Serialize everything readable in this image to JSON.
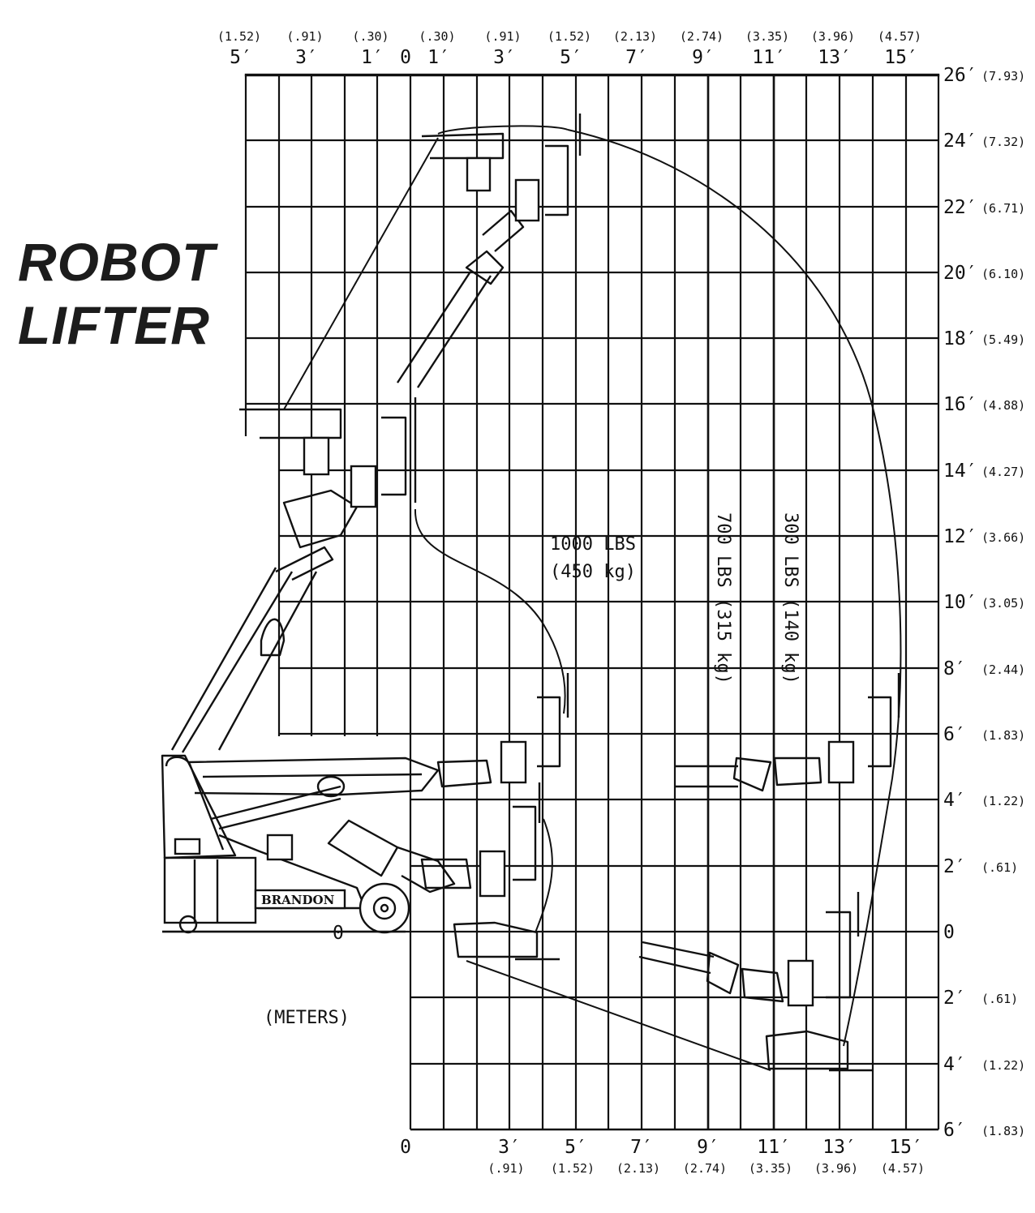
{
  "title": {
    "line1": "ROBOT",
    "line2": "LIFTER"
  },
  "units_label": "(METERS)",
  "brand_label": "BRANDON",
  "top_axis": [
    {
      "ft": "5′",
      "m": "(1.52)"
    },
    {
      "ft": "3′",
      "m": "(.91)"
    },
    {
      "ft": "1′",
      "m": "(.30)"
    },
    {
      "ft": "0",
      "m": ""
    },
    {
      "ft": "1′",
      "m": "(.30)"
    },
    {
      "ft": "3′",
      "m": "(.91)"
    },
    {
      "ft": "5′",
      "m": "(1.52)"
    },
    {
      "ft": "7′",
      "m": "(2.13)"
    },
    {
      "ft": "9′",
      "m": "(2.74)"
    },
    {
      "ft": "11′",
      "m": "(3.35)"
    },
    {
      "ft": "13′",
      "m": "(3.96)"
    },
    {
      "ft": "15′",
      "m": "(4.57)"
    }
  ],
  "bottom_axis": [
    {
      "ft": "0",
      "m": ""
    },
    {
      "ft": "3′",
      "m": "(.91)"
    },
    {
      "ft": "5′",
      "m": "(1.52)"
    },
    {
      "ft": "7′",
      "m": "(2.13)"
    },
    {
      "ft": "9′",
      "m": "(2.74)"
    },
    {
      "ft": "11′",
      "m": "(3.35)"
    },
    {
      "ft": "13′",
      "m": "(3.96)"
    },
    {
      "ft": "15′",
      "m": "(4.57)"
    }
  ],
  "right_axis": [
    {
      "ft": "26′",
      "m": "(7.93)"
    },
    {
      "ft": "24′",
      "m": "(7.32)"
    },
    {
      "ft": "22′",
      "m": "(6.71)"
    },
    {
      "ft": "20′",
      "m": "(6.10)"
    },
    {
      "ft": "18′",
      "m": "(5.49)"
    },
    {
      "ft": "16′",
      "m": "(4.88)"
    },
    {
      "ft": "14′",
      "m": "(4.27)"
    },
    {
      "ft": "12′",
      "m": "(3.66)"
    },
    {
      "ft": "10′",
      "m": "(3.05)"
    },
    {
      "ft": "8′",
      "m": "(2.44)"
    },
    {
      "ft": "6′",
      "m": "(1.83)"
    },
    {
      "ft": "4′",
      "m": "(1.22)"
    },
    {
      "ft": "2′",
      "m": "(.61)"
    },
    {
      "ft": "0",
      "m": ""
    },
    {
      "ft": "2′",
      "m": "(.61)"
    },
    {
      "ft": "4′",
      "m": "(1.22)"
    },
    {
      "ft": "6′",
      "m": "(1.83)"
    }
  ],
  "ground_label": "0",
  "capacities": {
    "inner": {
      "line1": "1000 LBS",
      "line2": "(450 kg)"
    },
    "middle": "700 LBS (315 kg)",
    "outer": "300 LBS (140 kg)"
  }
}
